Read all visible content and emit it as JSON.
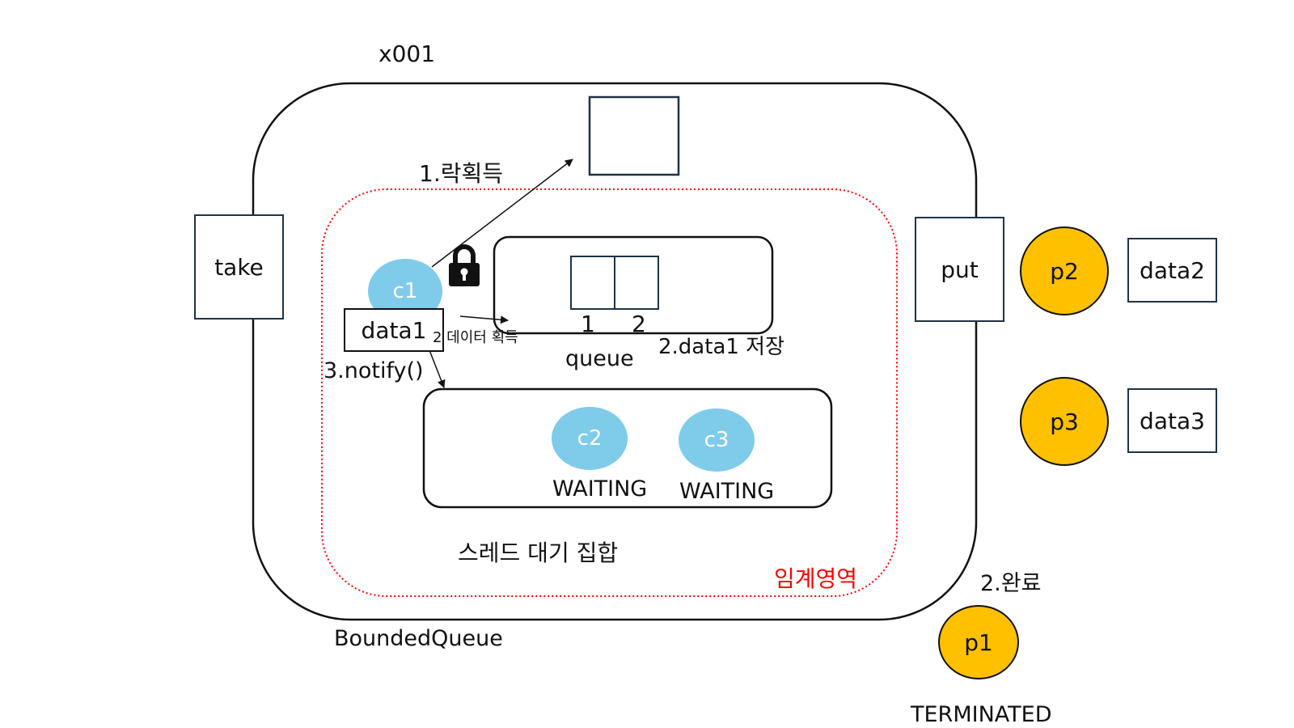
{
  "title": "x001",
  "container_label": "BoundedQueue",
  "critical_section_label": "임계영역",
  "wait_set_label": "스레드 대기 집합",
  "queue_label": "queue",
  "queue_slots": [
    "1",
    "2"
  ],
  "methods": {
    "take": "take",
    "put": "put"
  },
  "consumer": {
    "name": "c1",
    "data": "data1"
  },
  "steps": {
    "acquire_lock": "1.락획득",
    "data_acquire": "2  데이터 획득",
    "store": "2.data1 저장",
    "notify": "3.notify()",
    "complete": "2.완료"
  },
  "waiting_threads": [
    {
      "name": "c2",
      "state": "WAITING"
    },
    {
      "name": "c3",
      "state": "WAITING"
    }
  ],
  "producers": [
    {
      "name": "p2",
      "data": "data2"
    },
    {
      "name": "p3",
      "data": "data3"
    }
  ],
  "terminated_producer": {
    "name": "p1",
    "state": "TERMINATED"
  },
  "colors": {
    "producer": "#ffc000",
    "consumer": "#7fcbea",
    "critical_section": "#ff0000",
    "box_border": "#1f3346"
  },
  "icons": [
    "lock-icon"
  ]
}
